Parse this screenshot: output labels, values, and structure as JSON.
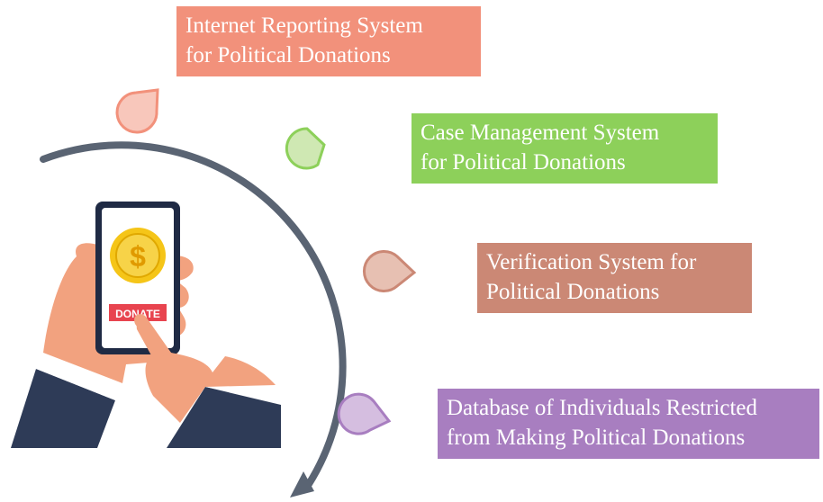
{
  "steps": [
    {
      "line1": "Internet Reporting System",
      "line2": "for Political Donations",
      "color": "#F2917B",
      "marker_color": "#F8C7BB"
    },
    {
      "line1": "Case Management System",
      "line2": "for Political Donations",
      "color": "#8DD05A",
      "marker_color": "#CFE8B3"
    },
    {
      "line1": "Verification System for",
      "line2": "Political Donations",
      "color": "#CB8875",
      "marker_color": "#E7C0B2"
    },
    {
      "line1": "Database of Individuals Restricted",
      "line2": "from Making Political Donations",
      "color": "#A87EC0",
      "marker_color": "#D5BEE0"
    }
  ],
  "phone": {
    "button_label": "DONATE",
    "coin_symbol": "$"
  },
  "colors": {
    "arc": "#5A6473",
    "suit": "#2E3B57",
    "skin": "#F2A27F",
    "coin": "#F5C518",
    "button": "#E8444F"
  }
}
